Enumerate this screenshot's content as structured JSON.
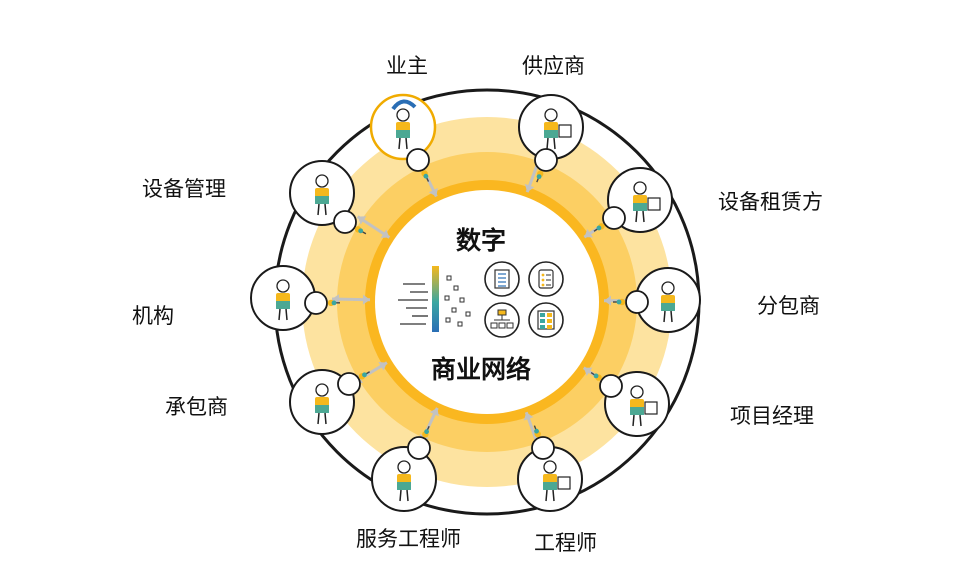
{
  "center": {
    "title_top": "数字",
    "title_bottom": "商业网络",
    "icons": [
      "document-icon",
      "checklist-icon",
      "org-chart-icon",
      "server-rack-icon"
    ]
  },
  "nodes": [
    {
      "id": "owner",
      "label": "业主",
      "icon": "person-head-icon",
      "highlighted": true
    },
    {
      "id": "supplier",
      "label": "供应商",
      "icon": "hand-truck-icon"
    },
    {
      "id": "equipment-lessor",
      "label": "设备租赁方",
      "icon": "equipment-worker-icon"
    },
    {
      "id": "subcontractor",
      "label": "分包商",
      "icon": "two-workers-icon"
    },
    {
      "id": "project-manager",
      "label": "项目经理",
      "icon": "desk-worker-icon"
    },
    {
      "id": "engineer",
      "label": "工程师",
      "icon": "kneeling-engineer-icon"
    },
    {
      "id": "service-engineer",
      "label": "服务工程师",
      "icon": "shield-person-icon"
    },
    {
      "id": "contractor",
      "label": "承包商",
      "icon": "worker-with-tool-icon"
    },
    {
      "id": "institution",
      "label": "机构",
      "icon": "presenter-icon"
    },
    {
      "id": "equipment-management",
      "label": "设备管理",
      "icon": "headset-operator-icon"
    }
  ],
  "colors": {
    "outer_ring": "#1a1a1a",
    "band_outer": "#fde3a0",
    "band_middle": "#fccf63",
    "band_inner": "#f9b418",
    "center_fill": "#ffffff",
    "arrow": "#c2c2c2",
    "highlight": "#f0ab00",
    "accent_blue": "#2a6eb5",
    "accent_teal": "#3aa6a1",
    "accent_yellow": "#f5b81c"
  }
}
